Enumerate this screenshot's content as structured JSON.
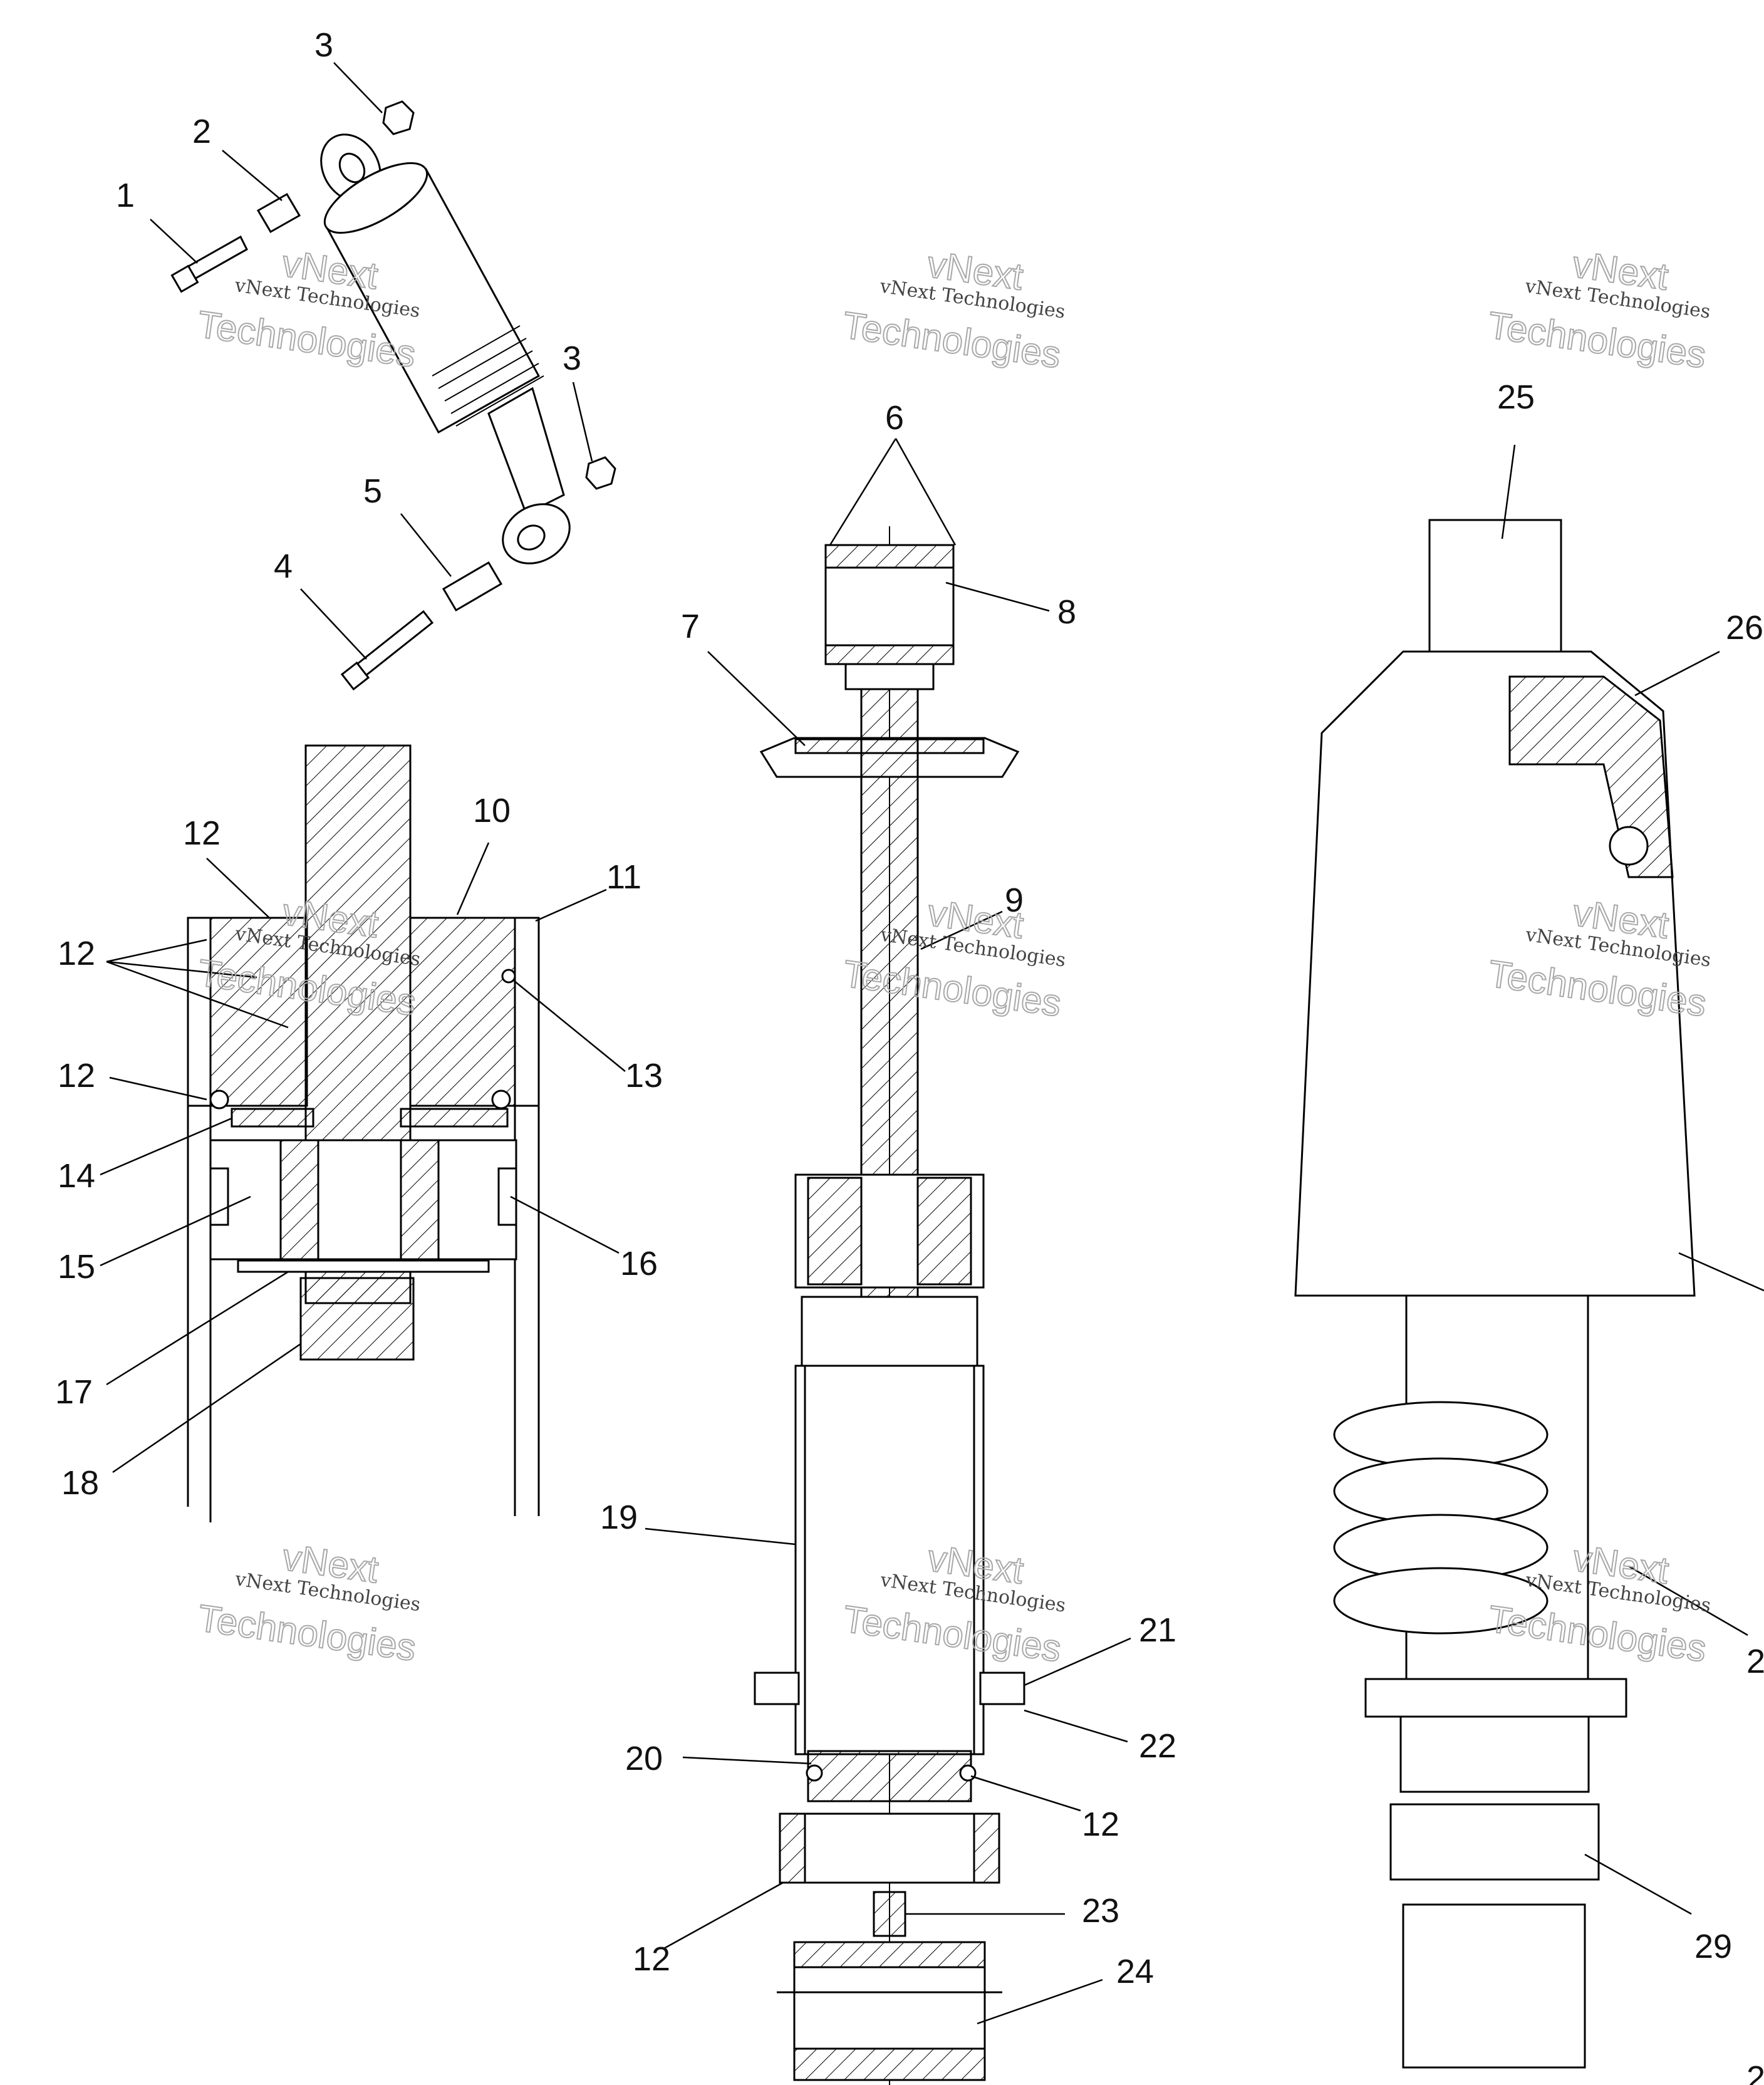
{
  "diagram": {
    "callouts": [
      {
        "id": "c1",
        "text": "1"
      },
      {
        "id": "c2",
        "text": "2"
      },
      {
        "id": "c3a",
        "text": "3"
      },
      {
        "id": "c3b",
        "text": "3"
      },
      {
        "id": "c4",
        "text": "4"
      },
      {
        "id": "c5",
        "text": "5"
      },
      {
        "id": "c6",
        "text": "6"
      },
      {
        "id": "c7",
        "text": "7"
      },
      {
        "id": "c8",
        "text": "8"
      },
      {
        "id": "c9",
        "text": "9"
      },
      {
        "id": "c10",
        "text": "10"
      },
      {
        "id": "c11",
        "text": "11"
      },
      {
        "id": "c12a",
        "text": "12"
      },
      {
        "id": "c12b",
        "text": "12"
      },
      {
        "id": "c12c",
        "text": "12"
      },
      {
        "id": "c12d",
        "text": "12"
      },
      {
        "id": "c12e",
        "text": "12"
      },
      {
        "id": "c13",
        "text": "13"
      },
      {
        "id": "c14",
        "text": "14"
      },
      {
        "id": "c15",
        "text": "15"
      },
      {
        "id": "c16",
        "text": "16"
      },
      {
        "id": "c17",
        "text": "17"
      },
      {
        "id": "c18",
        "text": "18"
      },
      {
        "id": "c19",
        "text": "19"
      },
      {
        "id": "c20",
        "text": "20"
      },
      {
        "id": "c21",
        "text": "21"
      },
      {
        "id": "c22",
        "text": "22"
      },
      {
        "id": "c23",
        "text": "23"
      },
      {
        "id": "c24",
        "text": "24"
      },
      {
        "id": "c25",
        "text": "25"
      },
      {
        "id": "c26",
        "text": "26"
      },
      {
        "id": "c27",
        "text": "2"
      },
      {
        "id": "c28",
        "text": "2"
      },
      {
        "id": "c29",
        "text": "29"
      }
    ],
    "watermark": {
      "line1": "vNext Technologies",
      "line2": "vNext",
      "line3": "Technologies"
    }
  }
}
